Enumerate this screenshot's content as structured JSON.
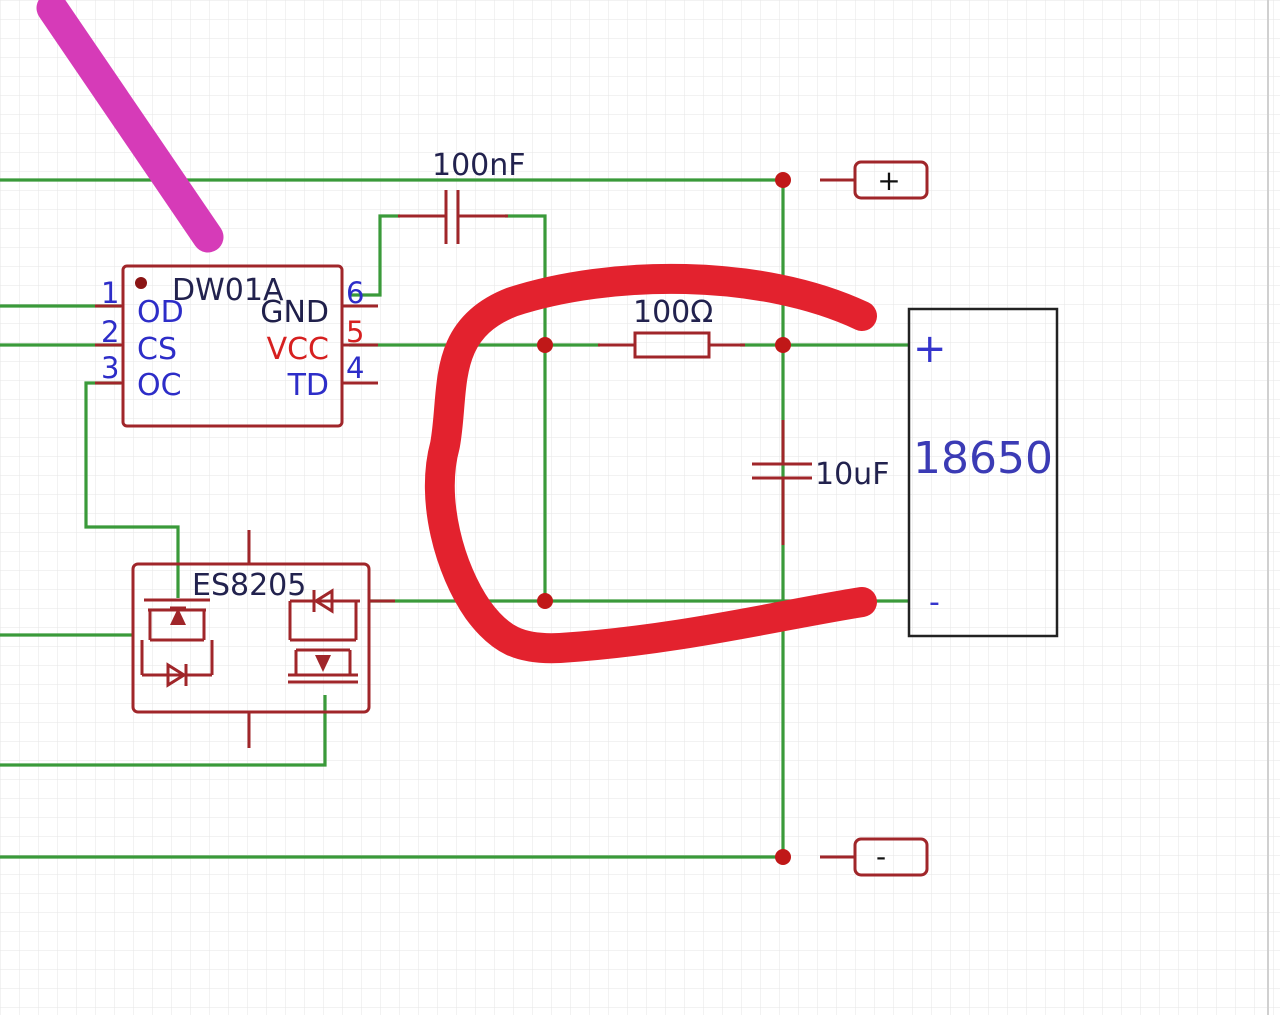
{
  "chip_u1": {
    "name": "DW01A",
    "pins_left": [
      {
        "num": "1",
        "name": "OD"
      },
      {
        "num": "2",
        "name": "CS"
      },
      {
        "num": "3",
        "name": "OC"
      }
    ],
    "pins_right": [
      {
        "num": "6",
        "name": "GND"
      },
      {
        "num": "5",
        "name": "VCC"
      },
      {
        "num": "4",
        "name": "TD"
      }
    ]
  },
  "chip_q1": {
    "name": "ES8205"
  },
  "capacitor_top": {
    "value": "100nF"
  },
  "capacitor_right": {
    "value": "10uF"
  },
  "resistor": {
    "value": "100Ω"
  },
  "battery": {
    "name": "18650",
    "plus": "+",
    "minus": "-"
  },
  "connector_top": {
    "label": "+"
  },
  "connector_bottom": {
    "label": "-"
  },
  "colors": {
    "wire": "#3a9a3a",
    "part": "#a0262a",
    "pin_blue": "#2d2dc8",
    "pin_red": "#d62020",
    "annotation_red": "#e3222e",
    "annotation_magenta": "#d63bb8",
    "grid": "#e4e4e4"
  }
}
